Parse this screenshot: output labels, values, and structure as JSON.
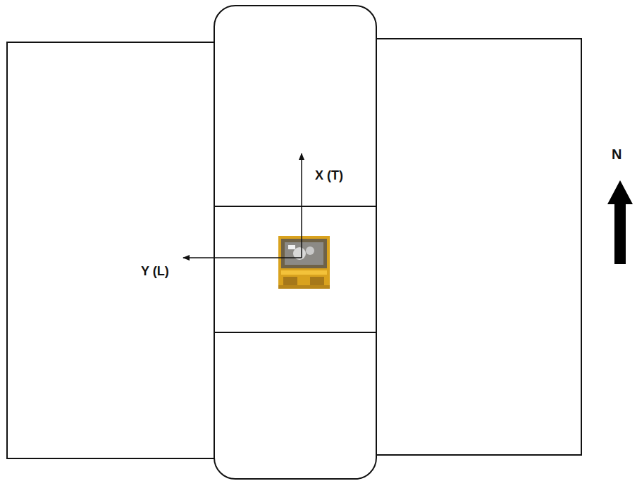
{
  "diagram": {
    "labels": [
      "X (T)",
      "Y (L)",
      "N"
    ]
  }
}
